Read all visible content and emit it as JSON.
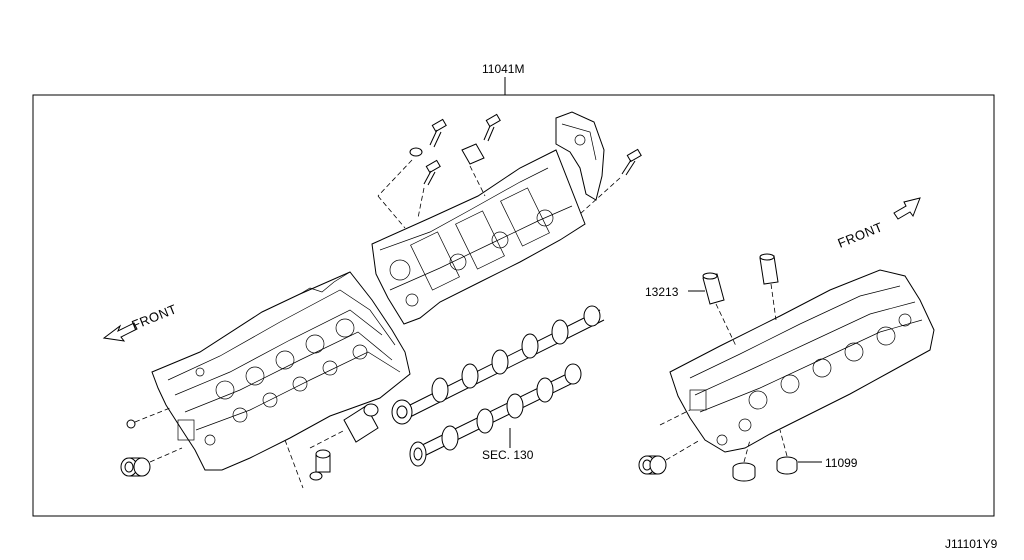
{
  "diagram": {
    "assembly_label": "11041M",
    "front_label_left": "FRONT",
    "front_label_right": "FRONT",
    "part_label_13213": "13213",
    "part_label_11099": "11099",
    "section_label": "SEC. 130",
    "figure_id": "J11101Y9"
  }
}
